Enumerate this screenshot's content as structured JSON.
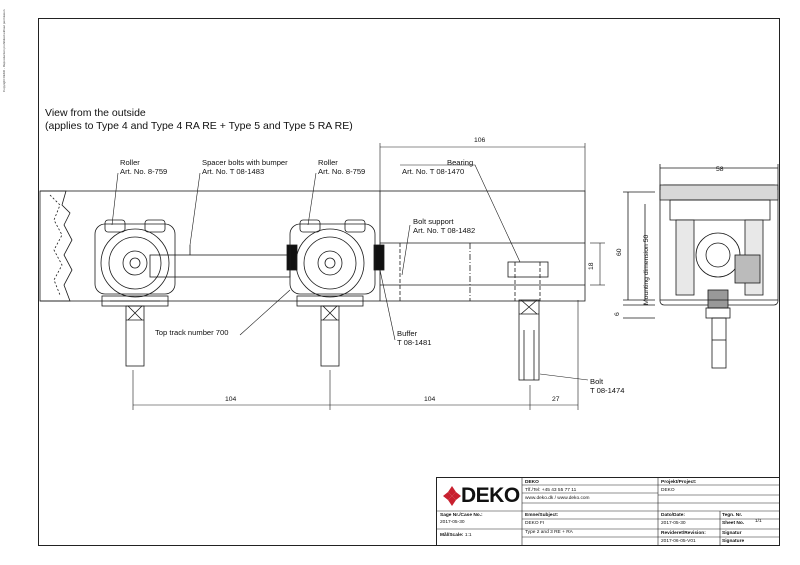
{
  "side_note": "Copyright DEKO - Reproduction prohibited without permission",
  "heading": {
    "line1": "View from the outside",
    "line2": "(applies to Type 4 and Type 4 RA RE + Type 5 and Type 5 RA RE)"
  },
  "labels": {
    "roller_left": {
      "name": "Roller",
      "art": "Art. No. 8-759"
    },
    "spacer": {
      "name": "Spacer bolts with bumper",
      "art": "Art. No. T 08-1483"
    },
    "roller_right": {
      "name": "Roller",
      "art": "Art. No. 8-759"
    },
    "bearing": {
      "name": "Bearing",
      "art": "Art. No. T 08-1470"
    },
    "bolt_support": {
      "name": "Bolt support",
      "art": "Art. No. T 08-1482"
    },
    "top_track": "Top track number 700",
    "buffer": {
      "name": "Buffer",
      "art": "T 08-1481"
    },
    "bolt": {
      "name": "Bolt",
      "art": "T 08-1474"
    }
  },
  "dimensions": {
    "d106": "106",
    "d18": "18",
    "d104a": "104",
    "d104b": "104",
    "d27": "27",
    "d58": "58",
    "d60": "60",
    "d50": "Mounting dimension 50",
    "d6": "6"
  },
  "title_block": {
    "logo": "DEKO",
    "company": "DEKO",
    "phone": "Tlf./Tel: +45 43 55 77 11",
    "web": "www.deko.dk / www.deko.com",
    "project_label": "Projekt/Project:",
    "project_value": "DEKO",
    "case_label": "Sage Nr./Case No.:",
    "case_value": "2017-05-30",
    "subject_label": "Emne/Subject:",
    "subject_value1": "DEKO FI",
    "subject_value2": "Type 2 and 3 RE + RA",
    "date_label": "Dato/Date:",
    "date_value": "2017-05-30",
    "drawing_label": "Tegn. Nr.",
    "sheet_label": "Sheet No.",
    "sheet_value": "1/1",
    "scale_label": "Mål/Scale:",
    "scale_value": "1:1",
    "revised_label": "Revideret/Revision:",
    "revised_value": "2017-06-05-V01",
    "signature_label": "Signatur",
    "signature_label2": "Signature"
  },
  "colors": {
    "logo_red": "#c8202f",
    "line": "#1a1a1a"
  }
}
